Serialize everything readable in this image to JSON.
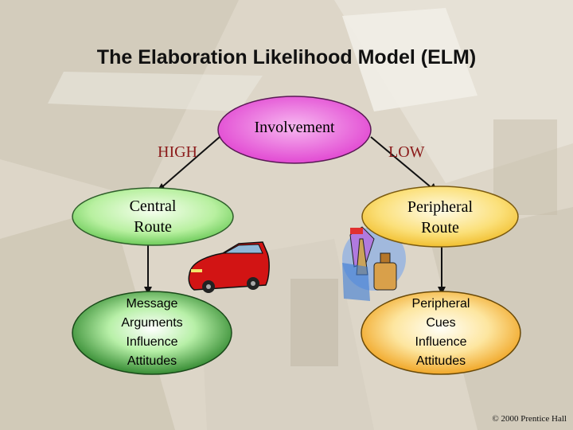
{
  "title": "The Elaboration Likelihood Model (ELM)",
  "involvement": "Involvement",
  "high_label": "HIGH",
  "low_label": "LOW",
  "central_route": [
    "Central",
    "Route"
  ],
  "peripheral_route": [
    "Peripheral",
    "Route"
  ],
  "message_box": [
    "Message",
    "Arguments",
    "Influence",
    "Attitudes"
  ],
  "cues_box": [
    "Peripheral",
    "Cues",
    "Influence",
    "Attitudes"
  ],
  "copyright": "© 2000 Prentice Hall",
  "colors": {
    "involvement_fill": "#e84ad6",
    "central_fill": "#8ee07a",
    "peripheral_fill": "#f7d23a",
    "message_fill": "#2e8a2a",
    "cues_fill": "#f0a020",
    "label_text": "#8b1a1a"
  }
}
